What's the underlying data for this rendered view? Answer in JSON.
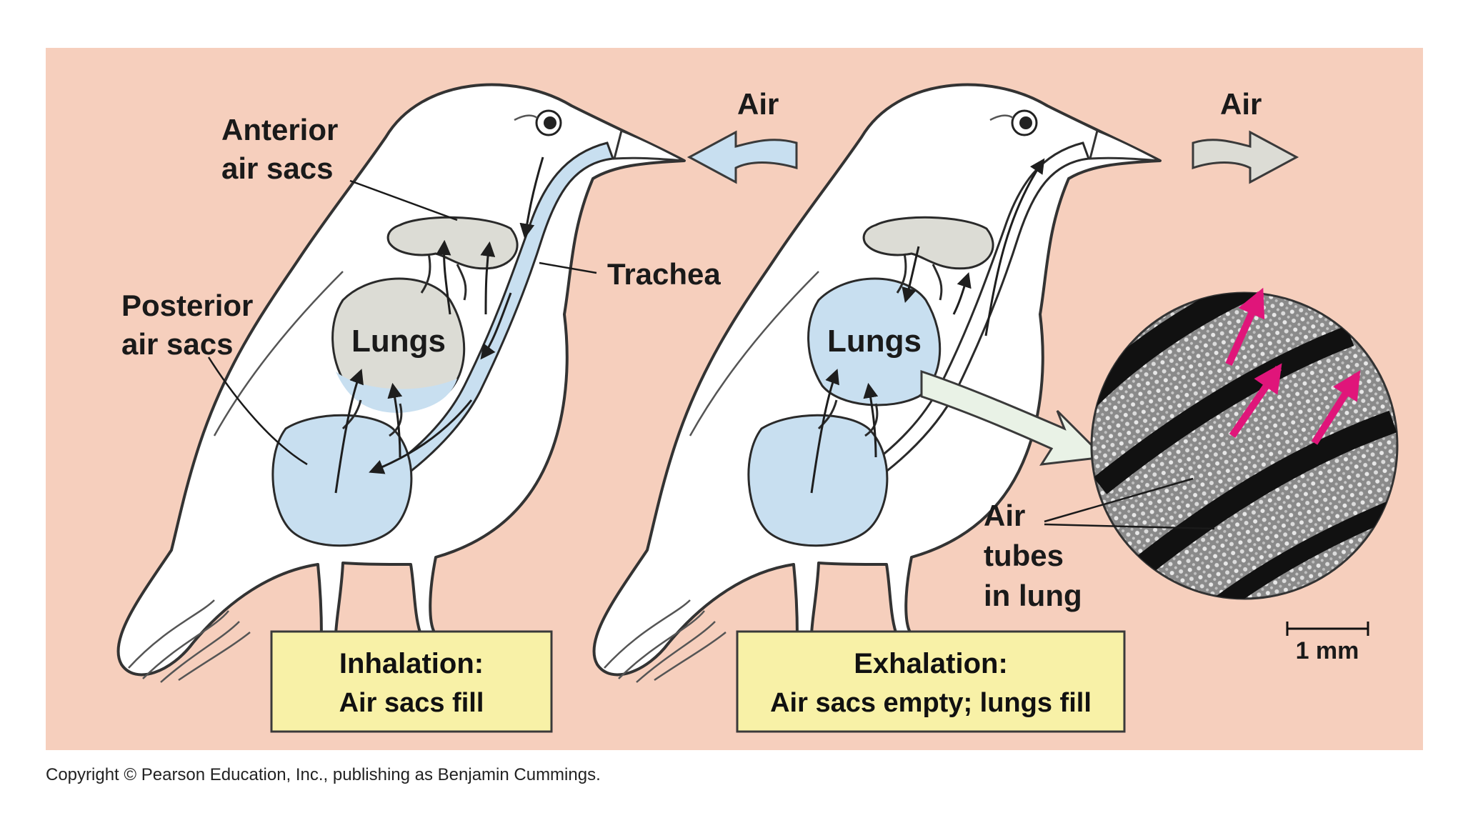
{
  "labels": {
    "anterior_line1": "Anterior",
    "anterior_line2": "air sacs",
    "posterior_line1": "Posterior",
    "posterior_line2": "air sacs",
    "trachea": "Trachea",
    "lungs_left": "Lungs",
    "lungs_right": "Lungs",
    "air_in": "Air",
    "air_out": "Air",
    "air_tubes_line1": "Air",
    "air_tubes_line2": "tubes",
    "air_tubes_line3": "in lung",
    "scale": "1 mm"
  },
  "captions": {
    "inhalation_title": "Inhalation:",
    "inhalation_text": "Air sacs fill",
    "exhalation_title": "Exhalation:",
    "exhalation_text": "Air sacs empty; lungs fill"
  },
  "copyright": "Copyright © Pearson Education, Inc., publishing as Benjamin Cummings.",
  "colors": {
    "background": "#f6cfbd",
    "air_blue": "#c8dff0",
    "air_gray": "#dcdcd5",
    "caption_box": "#f8f1a7",
    "flow_arrow_magenta": "#e0157a"
  }
}
